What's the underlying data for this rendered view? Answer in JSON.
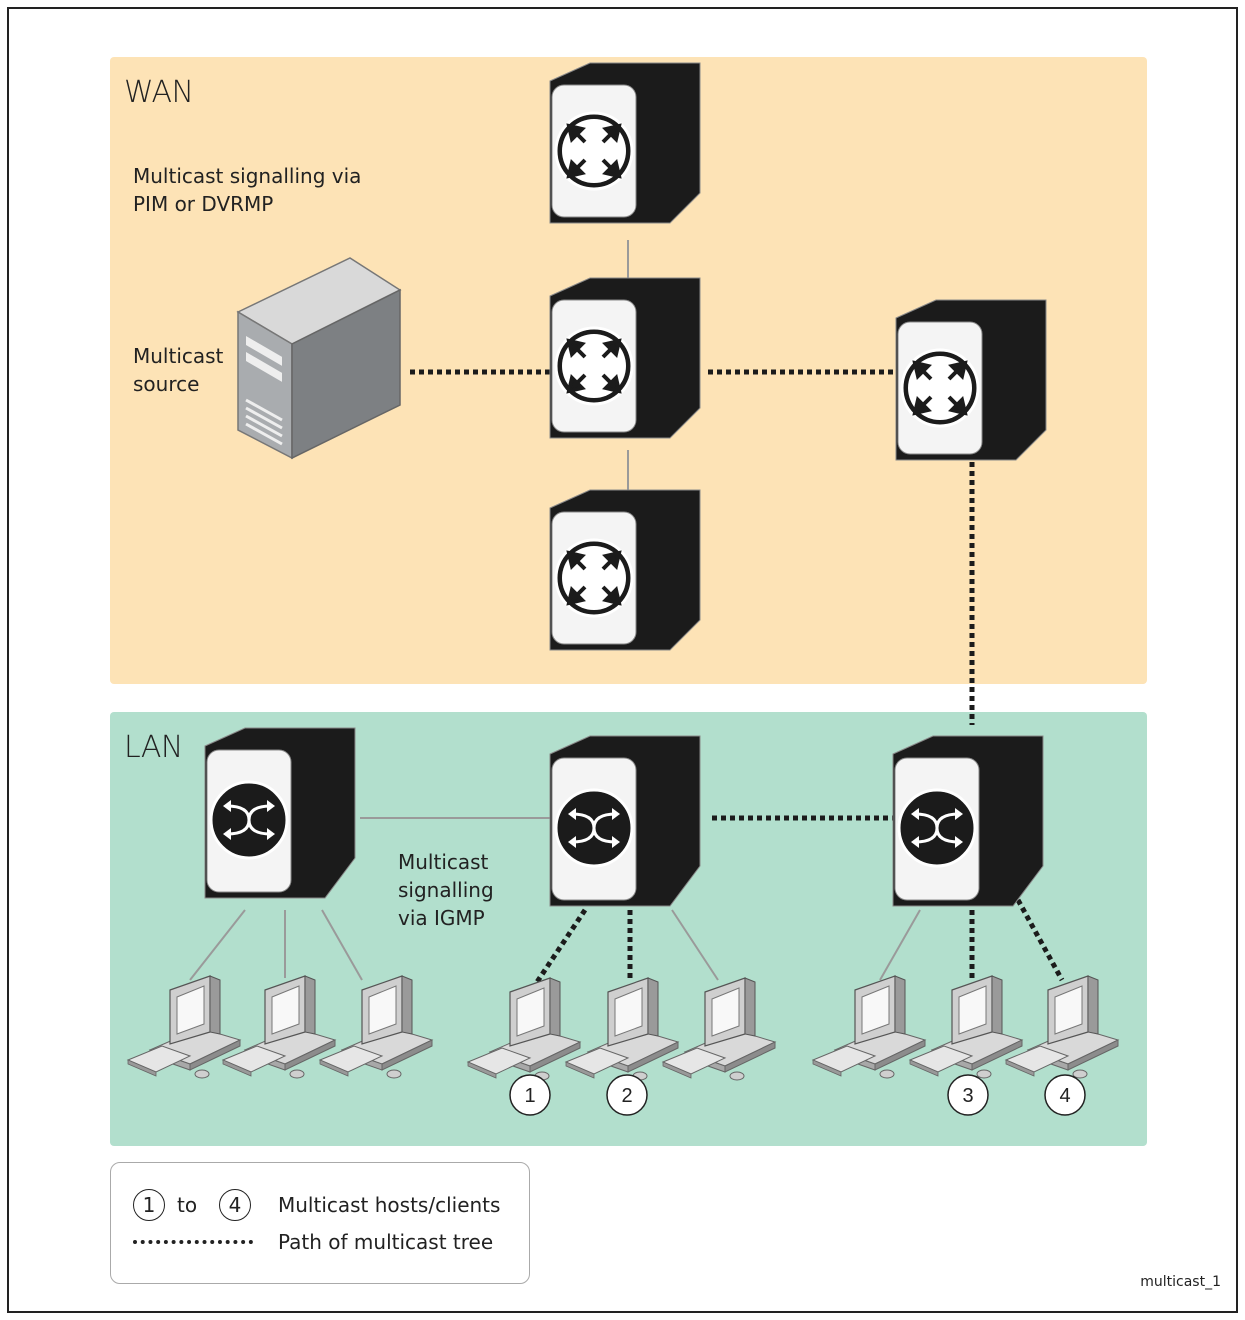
{
  "wan": {
    "label": "WAN",
    "signalling": [
      "Multicast signalling via",
      "PIM or DVRMP"
    ],
    "source": [
      "Multicast",
      "source"
    ]
  },
  "lan": {
    "label": "LAN",
    "signalling": [
      "Multicast",
      "signalling",
      "via IGMP"
    ]
  },
  "hosts": {
    "numbers": [
      "1",
      "2",
      "3",
      "4"
    ]
  },
  "legend": {
    "from": "1",
    "to_word": "to",
    "to": "4",
    "hosts_label": "Multicast hosts/clients",
    "path_label": "Path of multicast tree"
  },
  "figure_id": "multicast_1",
  "colors": {
    "wan_zone": "#fde3b6",
    "lan_zone": "#b2dfcd",
    "device": "#1b1b1b",
    "multicast_path": "#1b1b1b"
  }
}
